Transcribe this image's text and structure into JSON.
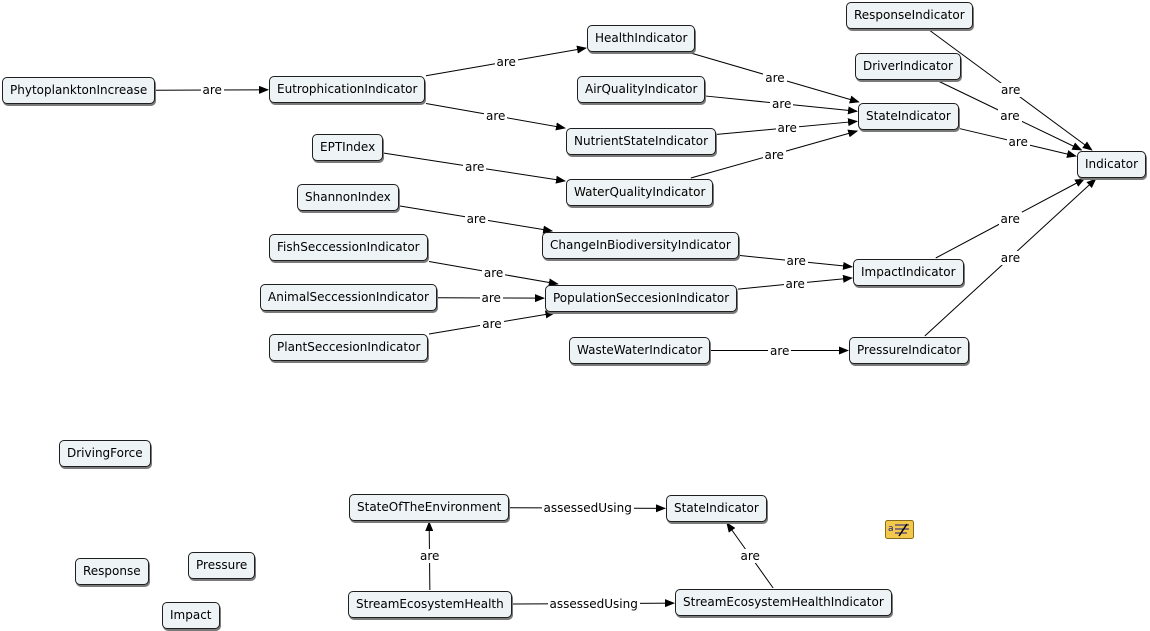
{
  "nodes": {
    "phytoplankton": "PhytoplanktonIncrease",
    "eutrophication": "EutrophicationIndicator",
    "health": "HealthIndicator",
    "airquality": "AirQualityIndicator",
    "nutrientstate": "NutrientStateIndicator",
    "ept": "EPTIndex",
    "waterquality": "WaterQualityIndicator",
    "shannon": "ShannonIndex",
    "biodiversity": "ChangeInBiodiversityIndicator",
    "fish": "FishSeccessionIndicator",
    "animal": "AnimalSeccessionIndicator",
    "population": "PopulationSeccesionIndicator",
    "plant": "PlantSeccesionIndicator",
    "wastewater": "WasteWaterIndicator",
    "response": "ResponseIndicator",
    "driver": "DriverIndicator",
    "state": "StateIndicator",
    "impact": "ImpactIndicator",
    "pressure": "PressureIndicator",
    "indicator": "Indicator",
    "drivingforce": "DrivingForce",
    "response2": "Response",
    "pressure2": "Pressure",
    "impact2": "Impact",
    "stateenv": "StateOfTheEnvironment",
    "state2": "StateIndicator",
    "streamhealth": "StreamEcosystemHealth",
    "streamhealthind": "StreamEcosystemHealthIndicator"
  },
  "edge_labels": {
    "are": "are",
    "assessed_using": "assessedUsing"
  },
  "edges": [
    {
      "from": "phytoplankton",
      "to": "eutrophication",
      "label": "are"
    },
    {
      "from": "eutrophication",
      "to": "health",
      "label": "are"
    },
    {
      "from": "eutrophication",
      "to": "nutrientstate",
      "label": "are"
    },
    {
      "from": "ept",
      "to": "waterquality",
      "label": "are"
    },
    {
      "from": "shannon",
      "to": "biodiversity",
      "label": "are"
    },
    {
      "from": "fish",
      "to": "population",
      "label": "are"
    },
    {
      "from": "animal",
      "to": "population",
      "label": "are"
    },
    {
      "from": "plant",
      "to": "population",
      "label": "are"
    },
    {
      "from": "health",
      "to": "state",
      "label": "are"
    },
    {
      "from": "airquality",
      "to": "state",
      "label": "are"
    },
    {
      "from": "nutrientstate",
      "to": "state",
      "label": "are"
    },
    {
      "from": "waterquality",
      "to": "state",
      "label": "are"
    },
    {
      "from": "biodiversity",
      "to": "impact",
      "label": "are"
    },
    {
      "from": "population",
      "to": "impact",
      "label": "are"
    },
    {
      "from": "wastewater",
      "to": "pressure",
      "label": "are"
    },
    {
      "from": "response",
      "to": "indicator",
      "label": "are"
    },
    {
      "from": "driver",
      "to": "indicator",
      "label": "are"
    },
    {
      "from": "state",
      "to": "indicator",
      "label": "are"
    },
    {
      "from": "impact",
      "to": "indicator",
      "label": "are"
    },
    {
      "from": "pressure",
      "to": "indicator",
      "label": "are"
    },
    {
      "from": "stateenv",
      "to": "state2",
      "label": "assessedUsing"
    },
    {
      "from": "streamhealth",
      "to": "stateenv",
      "label": "are"
    },
    {
      "from": "streamhealth",
      "to": "streamhealthind",
      "label": "assessedUsing"
    },
    {
      "from": "streamhealthind",
      "to": "state2",
      "label": "are"
    }
  ],
  "icons": {
    "note": "annotation-note-icon"
  }
}
